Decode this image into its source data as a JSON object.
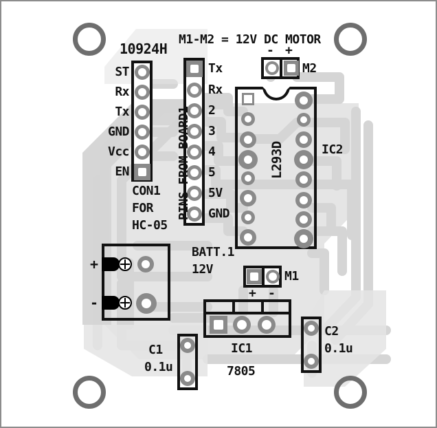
{
  "figure": {
    "title_note": "M1-M2 = 12V DC MOTOR",
    "board_code": "10924H"
  },
  "connectors": {
    "con1": {
      "ref": "CON1",
      "caption_line1": "CON1",
      "caption_line2": "FOR",
      "caption_line3": "HC-05",
      "pins": [
        {
          "label": "ST",
          "shape": "round"
        },
        {
          "label": "Rx",
          "shape": "round"
        },
        {
          "label": "Tx",
          "shape": "round"
        },
        {
          "label": "GND",
          "shape": "round"
        },
        {
          "label": "Vcc",
          "shape": "round"
        },
        {
          "label": "EN",
          "shape": "square"
        }
      ]
    },
    "board1": {
      "ref": "PINS FROM BOARD1",
      "pins": [
        {
          "label": "Tx",
          "shape": "square"
        },
        {
          "label": "Rx",
          "shape": "round"
        },
        {
          "label": "2",
          "shape": "round"
        },
        {
          "label": "3",
          "shape": "round"
        },
        {
          "label": "4",
          "shape": "round"
        },
        {
          "label": "5",
          "shape": "round"
        },
        {
          "label": "5V",
          "shape": "round"
        },
        {
          "label": "GND",
          "shape": "round"
        }
      ]
    },
    "m2": {
      "ref": "M2",
      "pins": [
        {
          "label": "-",
          "shape": "round",
          "label_pos": "above"
        },
        {
          "label": "+",
          "shape": "square",
          "label_pos": "above"
        }
      ]
    },
    "m1": {
      "ref": "M1",
      "pins": [
        {
          "label": "+",
          "shape": "square",
          "label_pos": "below"
        },
        {
          "label": "-",
          "shape": "round",
          "label_pos": "below"
        }
      ]
    },
    "batt": {
      "ref_line1": "BATT.1",
      "ref_line2": "12V",
      "terminals": [
        {
          "label": "+"
        },
        {
          "label": "-"
        }
      ]
    }
  },
  "components": {
    "ic2": {
      "ref": "IC2",
      "part": "L293D",
      "package": "DIP-16",
      "pins_per_side": 8
    },
    "ic1": {
      "ref_line1": "IC1",
      "ref_line2": "7805",
      "pins": 3
    },
    "c1": {
      "ref_line1": "C1",
      "ref_line2": "0.1u"
    },
    "c2": {
      "ref_line1": "C2",
      "ref_line2": "0.1u"
    }
  },
  "colors": {
    "silkscreen": "#111111",
    "copper": "#d8d8d8",
    "copper_shadow": "#c6c6c6",
    "pad": "#8a8a8a",
    "mount_ring": "#6e6e6e",
    "frame": "#8c8c8c",
    "board": "#ffffff"
  }
}
